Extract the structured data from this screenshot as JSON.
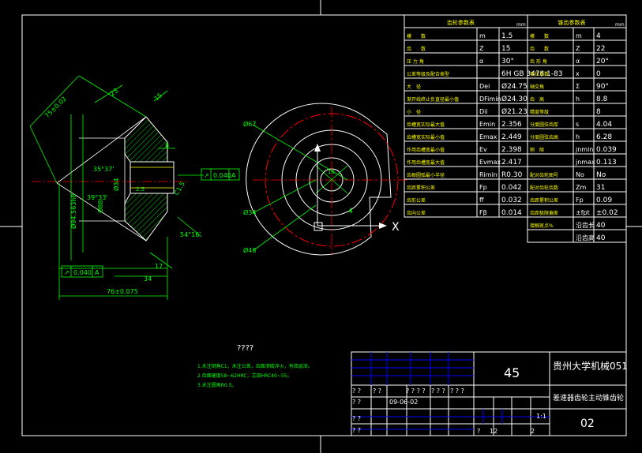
{
  "table_left": {
    "header": "齿轮参数表",
    "unit": "mm",
    "rows": [
      {
        "label": "模　　数",
        "sym": "m",
        "val": "1.5"
      },
      {
        "label": "齿　　数",
        "sym": "Z",
        "val": "15"
      },
      {
        "label": "压 力 角",
        "sym": "α",
        "val": "30°"
      },
      {
        "label": "公差等级及配合类型",
        "sym": "",
        "val": "6H GB 3478.1-83"
      },
      {
        "label": "大　径",
        "sym": "Dei",
        "val": "Ø24.75"
      },
      {
        "label": "渐开线终止负直径最小值",
        "sym": "DFimin",
        "val": "Ø24.30"
      },
      {
        "label": "小　径",
        "sym": "Dii",
        "val": "Ø21.23"
      },
      {
        "label": "齿槽宽实际最大值",
        "sym": "Emin",
        "val": "2.356"
      },
      {
        "label": "齿槽宽实际最小值",
        "sym": "Emax",
        "val": "2.449"
      },
      {
        "label": "作用齿槽宽最小值",
        "sym": "Ev",
        "val": "2.398"
      },
      {
        "label": "作用齿槽宽最大值",
        "sym": "Evmax",
        "val": "2.417"
      },
      {
        "label": "齿根圆弧最小半径",
        "sym": "Rimin",
        "val": "R0.30"
      },
      {
        "label": "齿距累积公差",
        "sym": "Fp",
        "val": "0.042"
      },
      {
        "label": "齿形公差",
        "sym": "ff",
        "val": "0.032"
      },
      {
        "label": "齿向公差",
        "sym": "Fβ",
        "val": "0.014"
      }
    ]
  },
  "table_right": {
    "header": "锥齿参数表",
    "unit": "mm",
    "rows": [
      {
        "label": "模　　数",
        "sym": "m",
        "val": "4"
      },
      {
        "label": "齿　　数",
        "sym": "Z",
        "val": "22"
      },
      {
        "label": "齿 形 角",
        "sym": "α",
        "val": "20°"
      },
      {
        "label": "变位系数",
        "sym": "x",
        "val": "0"
      },
      {
        "label": "轴交角",
        "sym": "Σ",
        "val": "90°"
      },
      {
        "label": "齿　高",
        "sym": "h",
        "val": "8.8"
      },
      {
        "label": "精度等级",
        "sym": "",
        "val": "8"
      },
      {
        "label": "分度圆弦齿厚",
        "sym": "s",
        "val": "4.04"
      },
      {
        "label": "分度圆弦齿高",
        "sym": "h",
        "val": "6.28"
      },
      {
        "label": "侧　隙",
        "sym": "jnmin",
        "val": "0.039"
      },
      {
        "label": "",
        "sym": "jnmax",
        "val": "0.113"
      },
      {
        "label": "配对齿轮图号",
        "sym": "No",
        "val": "No"
      },
      {
        "label": "配对齿轮齿数",
        "sym": "Zm",
        "val": "31"
      },
      {
        "label": "齿距累积公差",
        "sym": "Fp",
        "val": "0.09"
      },
      {
        "label": "齿距极限偏差",
        "sym": "±fpt",
        "val": "±0.02"
      },
      {
        "label": "接触斑点%",
        "sym": "沿齿长",
        "val": "40"
      },
      {
        "label": "",
        "sym": "沿齿高",
        "val": "40"
      }
    ]
  },
  "dimensions": {
    "d75": "75±0.02",
    "d23": "23",
    "d15": "15",
    "d8": "8",
    "ang3537": "35°37'",
    "ang3933": "39°33'",
    "d34e": "Ø34",
    "d88": "Ø88",
    "d94": "Ø94.563h8",
    "d5416": "54°16'",
    "d34": "34",
    "d17": "17",
    "d76": "76±0.075",
    "d25": "2.5",
    "c15": "C1.5",
    "tol_top": "0.040",
    "datum_top": "A",
    "tol_bottom": "0.040",
    "datum_bottom": "A",
    "d67": "Ø67",
    "d34b": "Ø34",
    "d48": "Ø48",
    "d16": "16",
    "view_x": "X",
    "view_label": "4"
  },
  "tech_requirements": {
    "title": "????",
    "lines": [
      "1.未注倒角C1，未注公差，齿面渗碳淬火，有效层深。",
      "2.齿面硬度58~62HRC，芯部HRC40~55。",
      "3.未注圆角R0.5。"
    ]
  },
  "title_block": {
    "material": "45",
    "school": "贵州大学机械051",
    "drawing_name": "差速器齿轮主动锥齿轮",
    "drawing_no": "02",
    "date": "09-06-02",
    "q_a": "? ?",
    "q_b": "? ?",
    "q_c": "? ? ? ?",
    "q_d": "? ? ?",
    "q_e": "? ? ?",
    "q_f": "? ?",
    "q_g": "? ?",
    "q_h": "? ?",
    "scale": "1:1",
    "sheets": "12",
    "sheet_no": "2",
    "mark": "?"
  }
}
